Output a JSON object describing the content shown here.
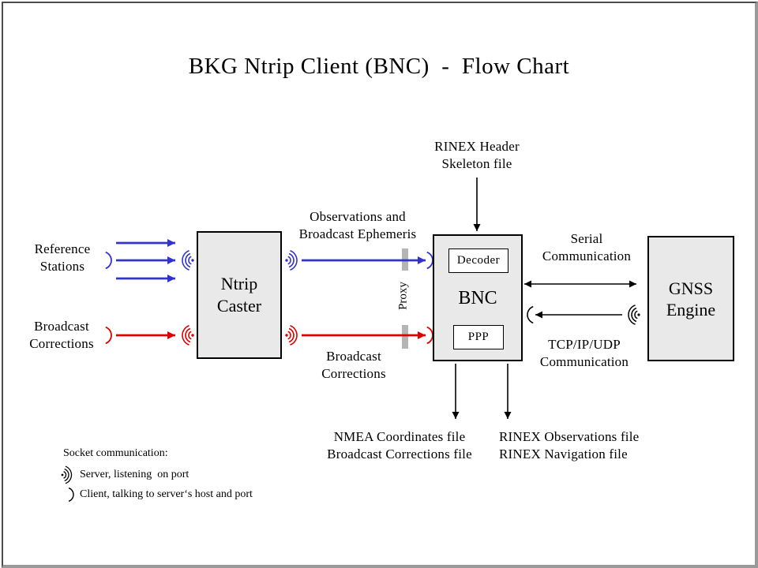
{
  "title": "BKG Ntrip Client (BNC)  -  Flow Chart",
  "nodes": {
    "ntrip_caster": "Ntrip\nCaster",
    "bnc": "BNC",
    "decoder": "Decoder",
    "ppp": "PPP",
    "gnss_engine": "GNSS\nEngine"
  },
  "labels": {
    "rinex_header_skeleton": "RINEX Header\nSkeleton file",
    "reference_stations": "Reference\nStations",
    "broadcast_corrections_input": "Broadcast\nCorrections",
    "observations_ephemeris": "Observations and\nBroadcast Ephemeris",
    "broadcast_corrections_stream": "Broadcast\nCorrections",
    "proxy": "Proxy",
    "serial_communication": "Serial\nCommunication",
    "tcp_communication": "TCP/IP/UDP\nCommunication",
    "nmea_outputs": "NMEA Coordinates file\nBroadcast Corrections file",
    "rinex_outputs": "RINEX Observations file\nRINEX Navigation file"
  },
  "legend": {
    "title": "Socket communication:",
    "server": "Server, listening  on port",
    "client": "Client, talking to server‘s host and port"
  },
  "icons": {
    "server_socket": "dot with three radiating arcs",
    "client_socket": "single arc"
  },
  "colors": {
    "observation_stream_blue": "#3333cc",
    "correction_stream_red": "#dd0000",
    "node_fill": "#e9e9e9",
    "proxy_bar_gray": "#b5b5b5",
    "frame_dark": "#4c4c4c",
    "frame_light": "#9a9a9a"
  }
}
